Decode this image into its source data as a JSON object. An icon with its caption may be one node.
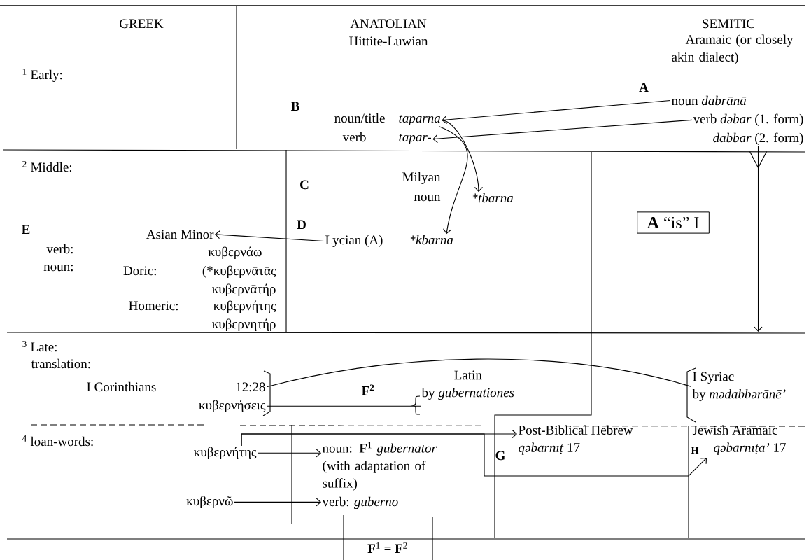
{
  "diagram": {
    "nodes": [
      {
        "text": [
          "noun *dabrānā*"
        ]
      },
      {
        "text": [
          "verb *dəbar* (1. form)"
        ]
      },
      {
        "text": [
          "*dabbar* (2. form)"
        ]
      },
      {
        "text": [
          "taparna"
        ]
      },
      {
        "text": [
          "tapar-"
        ]
      },
      {
        "text": [
          "*tbarna"
        ]
      },
      {
        "text": [
          "Lycian (A)"
        ]
      },
      {
        "text": [
          "*kbarna"
        ]
      },
      {
        "text": [
          "Asian Minor"
        ]
      },
      {
        "text": [
          "**A** “is” I"
        ]
      },
      {
        "text": [
          "12:28"
        ]
      },
      {
        "text": [
          "κυβερνήσεις"
        ]
      },
      {
        "text": [
          "Latin",
          "by *gubernationes*"
        ]
      },
      {
        "text": [
          "I Syriac",
          "by *mədabbərānē’*"
        ]
      },
      {
        "text": [
          "κυβερνήτης"
        ]
      },
      {
        "text": [
          "noun: **F**$^{1}$ *gubernator* (with adaptation of suffix)"
        ]
      },
      {
        "text": [
          "κυβερνῶ"
        ]
      },
      {
        "text": [
          "verb: *guberno*"
        ]
      },
      {
        "text": [
          "Post-Biblical Hebrew",
          "*qəbarnīṭ* 17"
        ]
      },
      {
        "text": [
          "Jewish Aramaic",
          "*qəbarnīṭā’* 17"
        ]
      }
    ],
    "edges": [
      {
        "from": 0,
        "to": 3,
        "arrow": "to"
      },
      {
        "from": 1,
        "to": 4,
        "arrow": "to"
      },
      {
        "from": 3,
        "to": 5,
        "arrow": "to"
      },
      {
        "from": 3,
        "to": 7,
        "arrow": "to"
      },
      {
        "from": 6,
        "to": 8,
        "arrow": "to"
      },
      {
        "from": 2,
        "to": null,
        "arrow": "to"
      },
      {
        "from": 10,
        "to": 13,
        "arrow": "none"
      },
      {
        "from": 11,
        "to": 12,
        "arrow": "none",
        "label": "**F**$^{2}$"
      },
      {
        "from": 14,
        "to": 15,
        "arrow": "to"
      },
      {
        "from": 14,
        "to": 18,
        "arrow": "to"
      },
      {
        "from": 14,
        "to": 19,
        "arrow": "to"
      },
      {
        "from": 16,
        "to": 17,
        "arrow": "to"
      }
    ],
    "labels": [
      "GREEK",
      "ANATOLIAN",
      "Hittite-Luwian",
      "SEMITIC",
      "Aramaic (or closely akin dialect)",
      "$^{1}$ Early:",
      "A",
      "B",
      "noun/title",
      "verb",
      "$^{2}$ Middle:",
      "Milyan",
      "C",
      "noun",
      "D",
      "E",
      "verb:",
      "κυβερνάω",
      "noun:",
      "Doric:",
      "(*κυβερνᾱτᾱς",
      "κυβερνᾱτήρ",
      "Homeric:",
      "κυβερνήτης",
      "κυβερνητήρ",
      "$^{3}$ Late:",
      "translation:",
      "I Corinthians",
      "$^{4}$ loan-words:",
      "G",
      "H",
      "**F**$^{1}$ = **F**$^{2}$"
    ]
  }
}
